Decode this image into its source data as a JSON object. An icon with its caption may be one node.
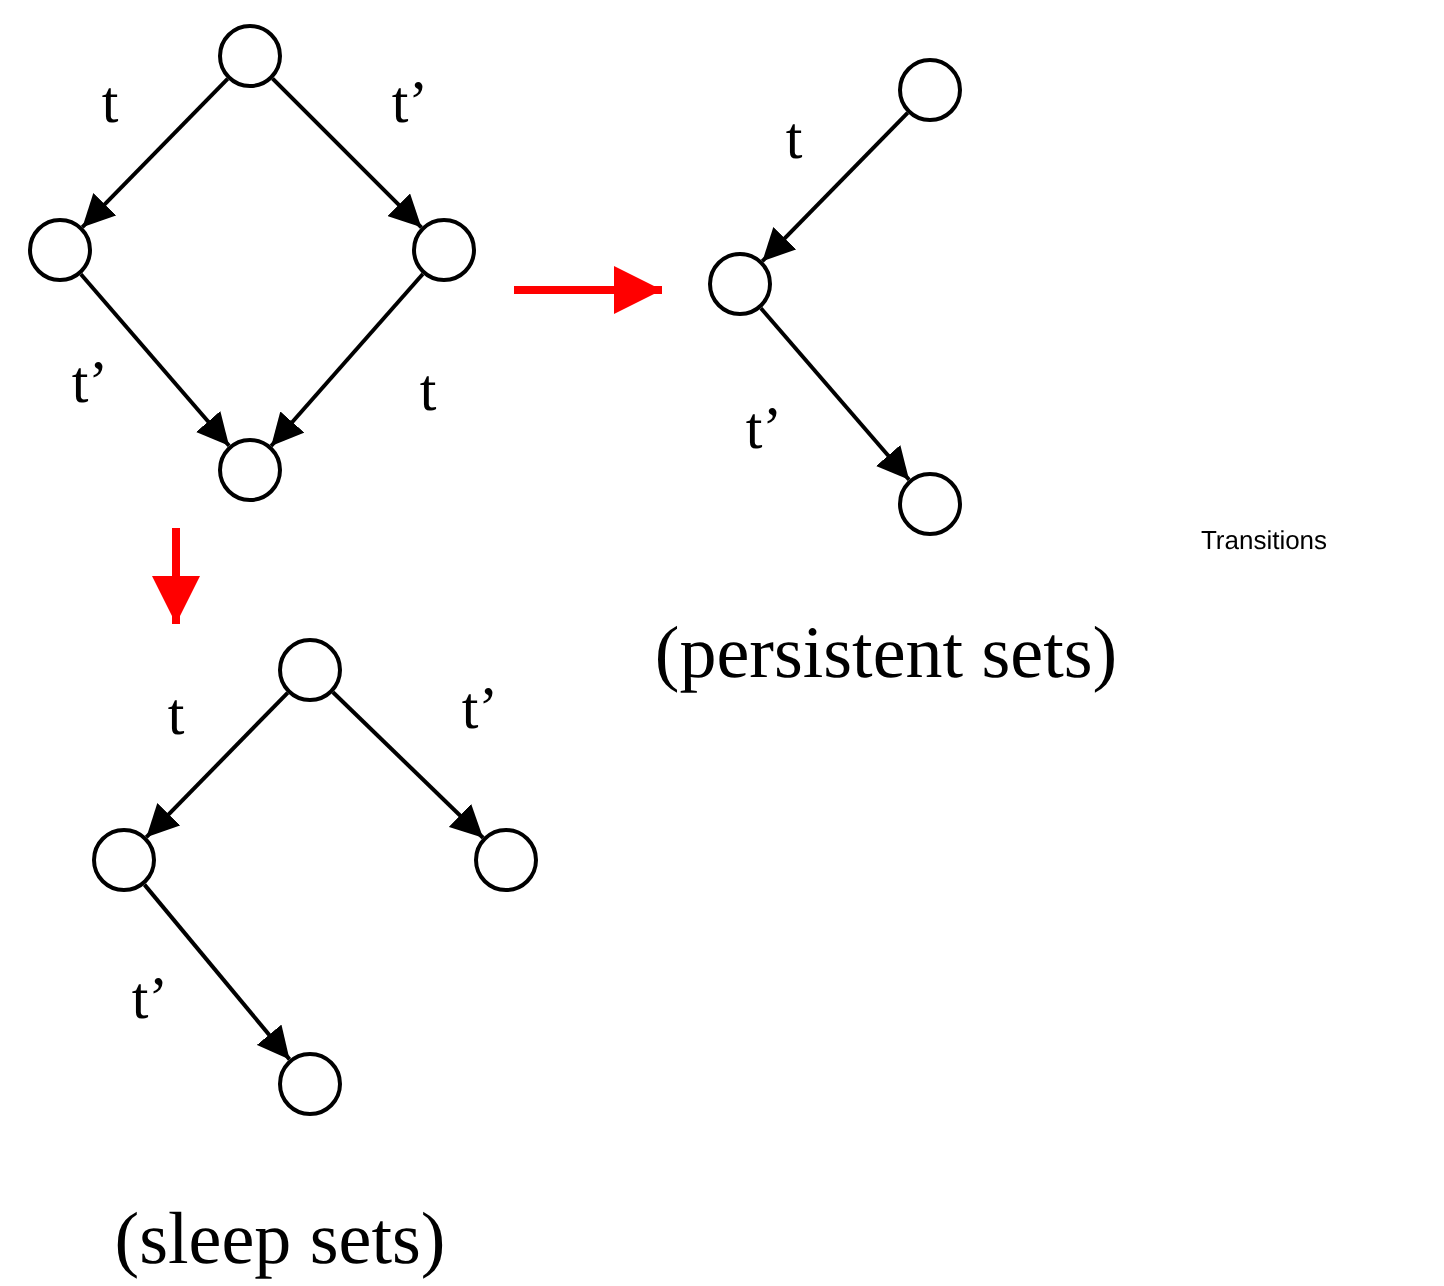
{
  "diagram": {
    "nodes": [
      {
        "text": [],
        "shape": "circle"
      },
      {
        "text": [],
        "shape": "circle"
      },
      {
        "text": [],
        "shape": "circle"
      },
      {
        "text": [],
        "shape": "circle"
      },
      {
        "text": [],
        "shape": "circle"
      },
      {
        "text": [],
        "shape": "circle"
      },
      {
        "text": [],
        "shape": "circle"
      },
      {
        "text": [],
        "shape": "circle"
      },
      {
        "text": [],
        "shape": "circle"
      },
      {
        "text": [],
        "shape": "circle"
      },
      {
        "text": [],
        "shape": "circle"
      }
    ],
    "edges": [
      {
        "from": 0,
        "to": 1,
        "arrow": "to",
        "label": "t"
      },
      {
        "from": 0,
        "to": 2,
        "arrow": "to",
        "label": "t’"
      },
      {
        "from": 1,
        "to": 3,
        "arrow": "to",
        "label": "t’"
      },
      {
        "from": 2,
        "to": 3,
        "arrow": "to",
        "label": "t"
      },
      {
        "from": 4,
        "to": 5,
        "arrow": "to",
        "label": "t"
      },
      {
        "from": 5,
        "to": 6,
        "arrow": "to",
        "label": "t’"
      },
      {
        "from": 7,
        "to": 8,
        "arrow": "to",
        "label": "t"
      },
      {
        "from": 7,
        "to": 9,
        "arrow": "to",
        "label": "t’"
      },
      {
        "from": 8,
        "to": 10,
        "arrow": "to",
        "label": "t’"
      }
    ],
    "labels": [
      "Transitions",
      "(persistent sets)",
      "(sleep sets)"
    ]
  }
}
